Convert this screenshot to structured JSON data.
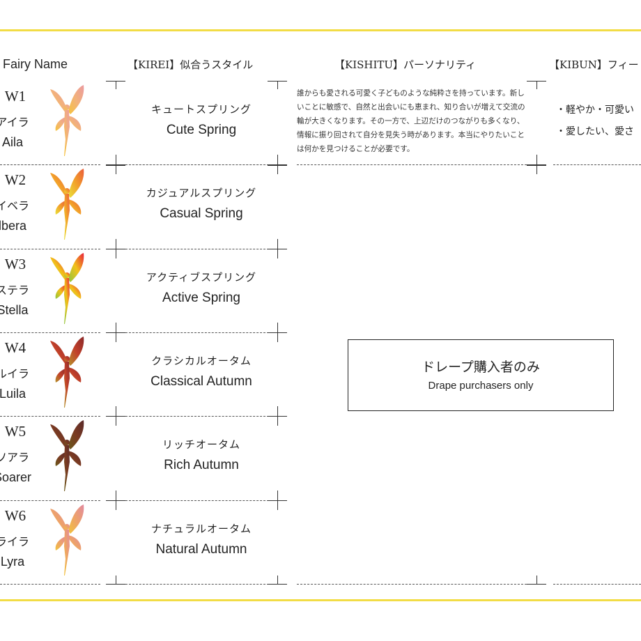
{
  "headers": {
    "fairy_name": "Fairy Name",
    "kirei": "【KIREI】似合うスタイル",
    "kishitu": "【KISHITU】パーソナリティ",
    "kibun": "【KIBUN】フィー"
  },
  "rows": [
    {
      "code": "W1",
      "kana": "アイラ",
      "name": "Aila",
      "style_jp": "キュートスプリング",
      "style_en": "Cute Spring"
    },
    {
      "code": "W2",
      "kana": "イベラ",
      "name": "lbera",
      "style_jp": "カジュアルスプリング",
      "style_en": "Casual Spring"
    },
    {
      "code": "W3",
      "kana": "ステラ",
      "name": "Stella",
      "style_jp": "アクティブスプリング",
      "style_en": "Active Spring"
    },
    {
      "code": "W4",
      "kana": "ルイラ",
      "name": "Luila",
      "style_jp": "クラシカルオータム",
      "style_en": "Classical Autumn"
    },
    {
      "code": "W5",
      "kana": "ソアラ",
      "name": "Soarer",
      "style_jp": "リッチオータム",
      "style_en": "Rich Autumn"
    },
    {
      "code": "W6",
      "kana": "ライラ",
      "name": "Lyra",
      "style_jp": "ナチュラルオータム",
      "style_en": "Natural Autumn"
    }
  ],
  "kishitu_text": "誰からも愛される可愛く子どものような純粋さを持っています。新しいことに敏感で、自然と出会いにも恵まれ、知り合いが増えて交流の輪が大きくなります。その一方で、上辺だけのつながりも多くなり、情報に振り回されて自分を見失う時があります。本当にやりたいことは何かを見つけることが必要です。",
  "kibun": [
    "・軽やか・可愛い",
    "・愛したい、愛さ"
  ],
  "notice": {
    "jp": "ドレープ購入者のみ",
    "en": "Drape purchasers only"
  },
  "fairy_colors": [
    [
      "#f6c43a",
      "#f2b27a",
      "#eb9aa0"
    ],
    [
      "#e9e23a",
      "#f2a12a",
      "#ea5b3a"
    ],
    [
      "#8cc63f",
      "#f2c21a",
      "#e8203a"
    ],
    [
      "#b5932a",
      "#c2402a",
      "#8a2a2a"
    ],
    [
      "#6a5a1a",
      "#7a3a22",
      "#5a2a2a"
    ],
    [
      "#f2c43a",
      "#eda26a",
      "#e28aa0"
    ]
  ]
}
